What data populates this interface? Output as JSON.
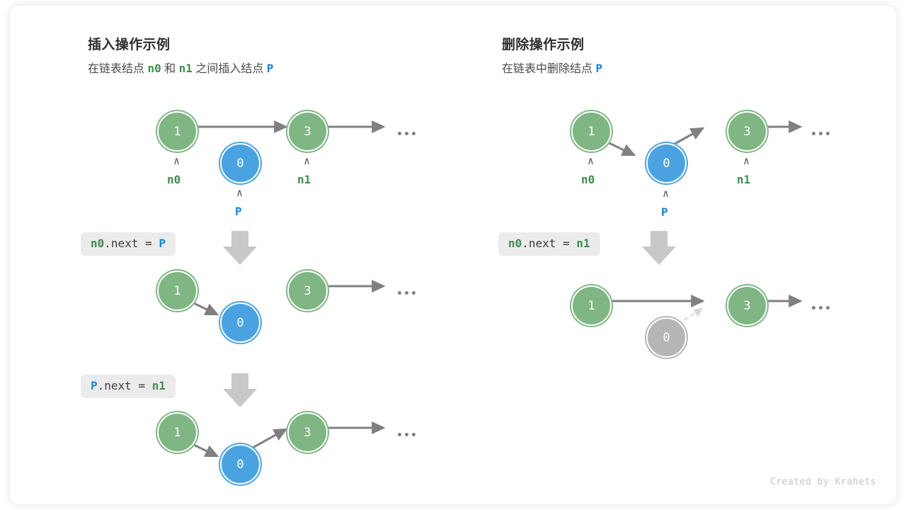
{
  "credit": "Created by Krahets",
  "colors": {
    "node_green": "#7fb684",
    "node_blue": "#4aa3e0",
    "node_gray": "#b6b6b6",
    "arrow_gray": "#808080",
    "label_green": "#3f8f4e",
    "label_blue": "#1886d4",
    "chip_bg": "#ebebeb",
    "block_arrow": "#c8c8c8"
  },
  "panels": [
    {
      "id": "insert",
      "title": "插入操作示例",
      "subtitle": {
        "parts": [
          {
            "text": "在链表结点 ",
            "style": "plain"
          },
          {
            "text": "n0",
            "style": "green"
          },
          {
            "text": " 和 ",
            "style": "plain"
          },
          {
            "text": "n1",
            "style": "green"
          },
          {
            "text": " 之间插入结点 ",
            "style": "plain"
          },
          {
            "text": "P",
            "style": "blue"
          }
        ]
      },
      "steps": [
        {
          "code": {
            "parts": [
              {
                "text": "n0",
                "style": "green"
              },
              {
                "text": ".next = ",
                "style": "plain"
              },
              {
                "text": "P",
                "style": "blue"
              }
            ]
          },
          "nodes": [
            {
              "value": "1",
              "color": "green",
              "caret": true,
              "label": "n0",
              "label_color": "green"
            },
            {
              "value": "0",
              "color": "blue",
              "caret": true,
              "label": "P",
              "label_color": "blue"
            },
            {
              "value": "3",
              "color": "green",
              "caret": true,
              "label": "n1",
              "label_color": "green"
            }
          ]
        },
        {
          "code": {
            "parts": [
              {
                "text": "P",
                "style": "blue"
              },
              {
                "text": ".next = ",
                "style": "plain"
              },
              {
                "text": "n1",
                "style": "green"
              }
            ]
          },
          "nodes": [
            {
              "value": "1",
              "color": "green"
            },
            {
              "value": "0",
              "color": "blue"
            },
            {
              "value": "3",
              "color": "green"
            }
          ]
        },
        {
          "code": null,
          "nodes": [
            {
              "value": "1",
              "color": "green"
            },
            {
              "value": "0",
              "color": "blue"
            },
            {
              "value": "3",
              "color": "green"
            }
          ]
        }
      ]
    },
    {
      "id": "delete",
      "title": "删除操作示例",
      "subtitle": {
        "parts": [
          {
            "text": "在链表中删除结点 ",
            "style": "plain"
          },
          {
            "text": "P",
            "style": "blue"
          }
        ]
      },
      "steps": [
        {
          "code": {
            "parts": [
              {
                "text": "n0",
                "style": "green"
              },
              {
                "text": ".next = ",
                "style": "plain"
              },
              {
                "text": "n1",
                "style": "green"
              }
            ]
          },
          "nodes": [
            {
              "value": "1",
              "color": "green",
              "caret": true,
              "label": "n0",
              "label_color": "green"
            },
            {
              "value": "0",
              "color": "blue",
              "caret": true,
              "label": "P",
              "label_color": "blue"
            },
            {
              "value": "3",
              "color": "green",
              "caret": true,
              "label": "n1",
              "label_color": "green"
            }
          ]
        },
        {
          "code": null,
          "nodes": [
            {
              "value": "1",
              "color": "green"
            },
            {
              "value": "0",
              "color": "gray"
            },
            {
              "value": "3",
              "color": "green"
            }
          ]
        }
      ]
    }
  ],
  "node_values": {
    "l_r1_a": "1",
    "l_r1_b": "0",
    "l_r1_c": "3",
    "l_r2_a": "1",
    "l_r2_b": "0",
    "l_r2_c": "3",
    "l_r3_a": "1",
    "l_r3_b": "0",
    "l_r3_c": "3",
    "r_r1_a": "1",
    "r_r1_b": "0",
    "r_r1_c": "3",
    "r_r2_a": "1",
    "r_r2_b": "0",
    "r_r2_c": "3"
  },
  "labels": {
    "n0": "n0",
    "n1": "n1",
    "p": "P",
    "caret": "∧",
    "ellipsis": "..."
  }
}
